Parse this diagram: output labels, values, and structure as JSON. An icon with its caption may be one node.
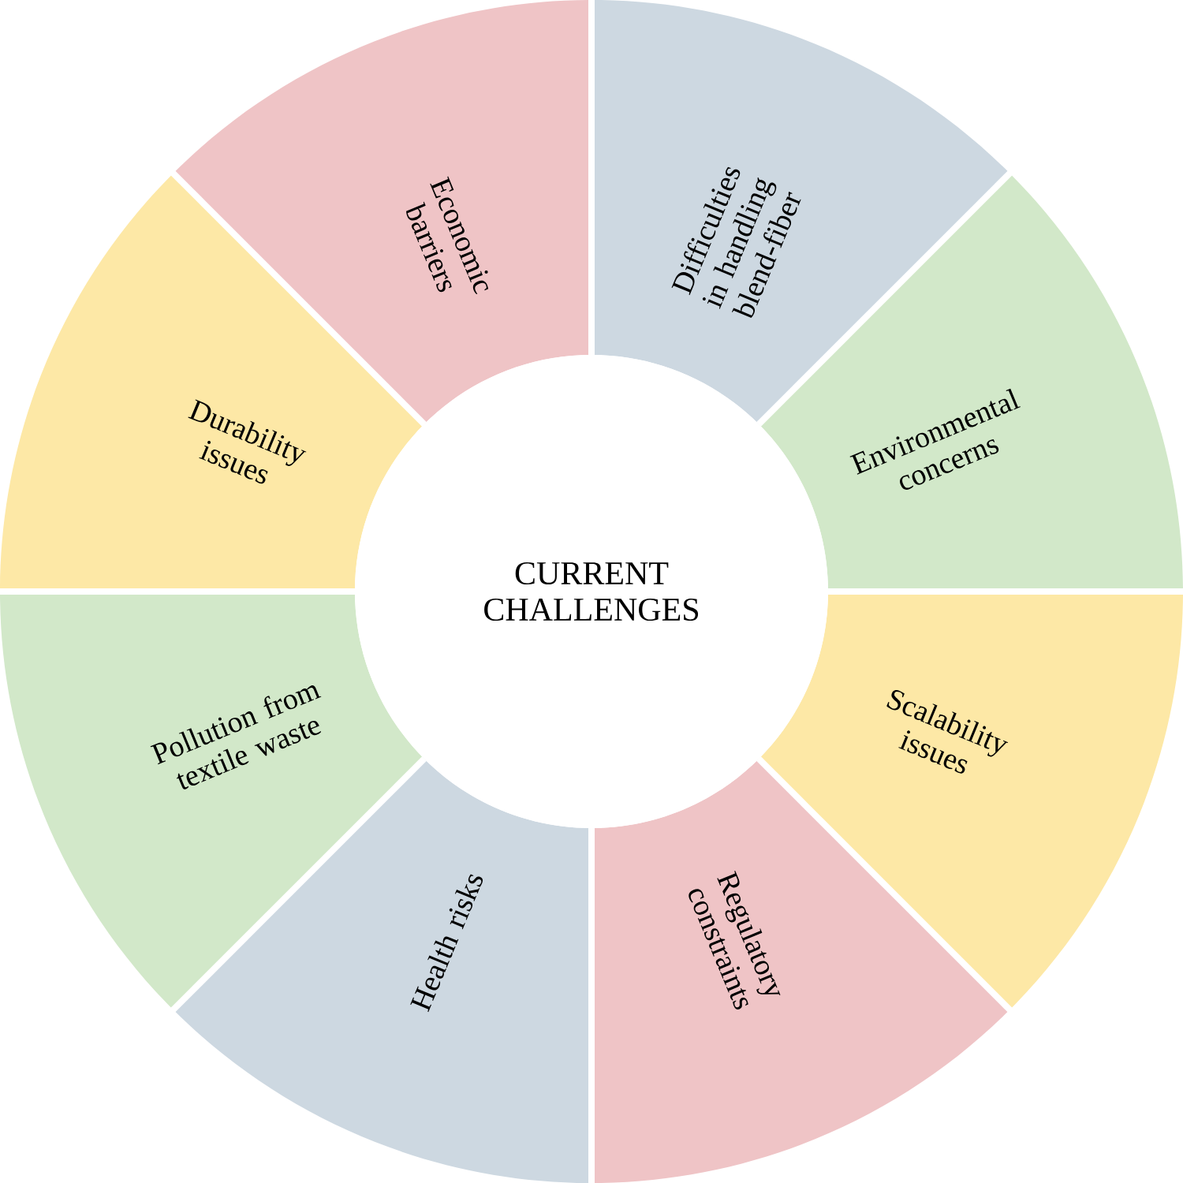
{
  "diagram": {
    "nodes": [
      {
        "text": [
          "CURRENT CHALLENGES"
        ]
      },
      {
        "text": [
          "Economic barriers"
        ]
      },
      {
        "text": [
          "Difficulties in handling blend-fiber"
        ]
      },
      {
        "text": [
          "Environmental concerns"
        ]
      },
      {
        "text": [
          "Scalability issues"
        ]
      },
      {
        "text": [
          "Regulatory constraints"
        ]
      },
      {
        "text": [
          "Health risks"
        ]
      },
      {
        "text": [
          "Pollution from textile waste"
        ]
      },
      {
        "text": [
          "Durability issues"
        ]
      }
    ]
  }
}
